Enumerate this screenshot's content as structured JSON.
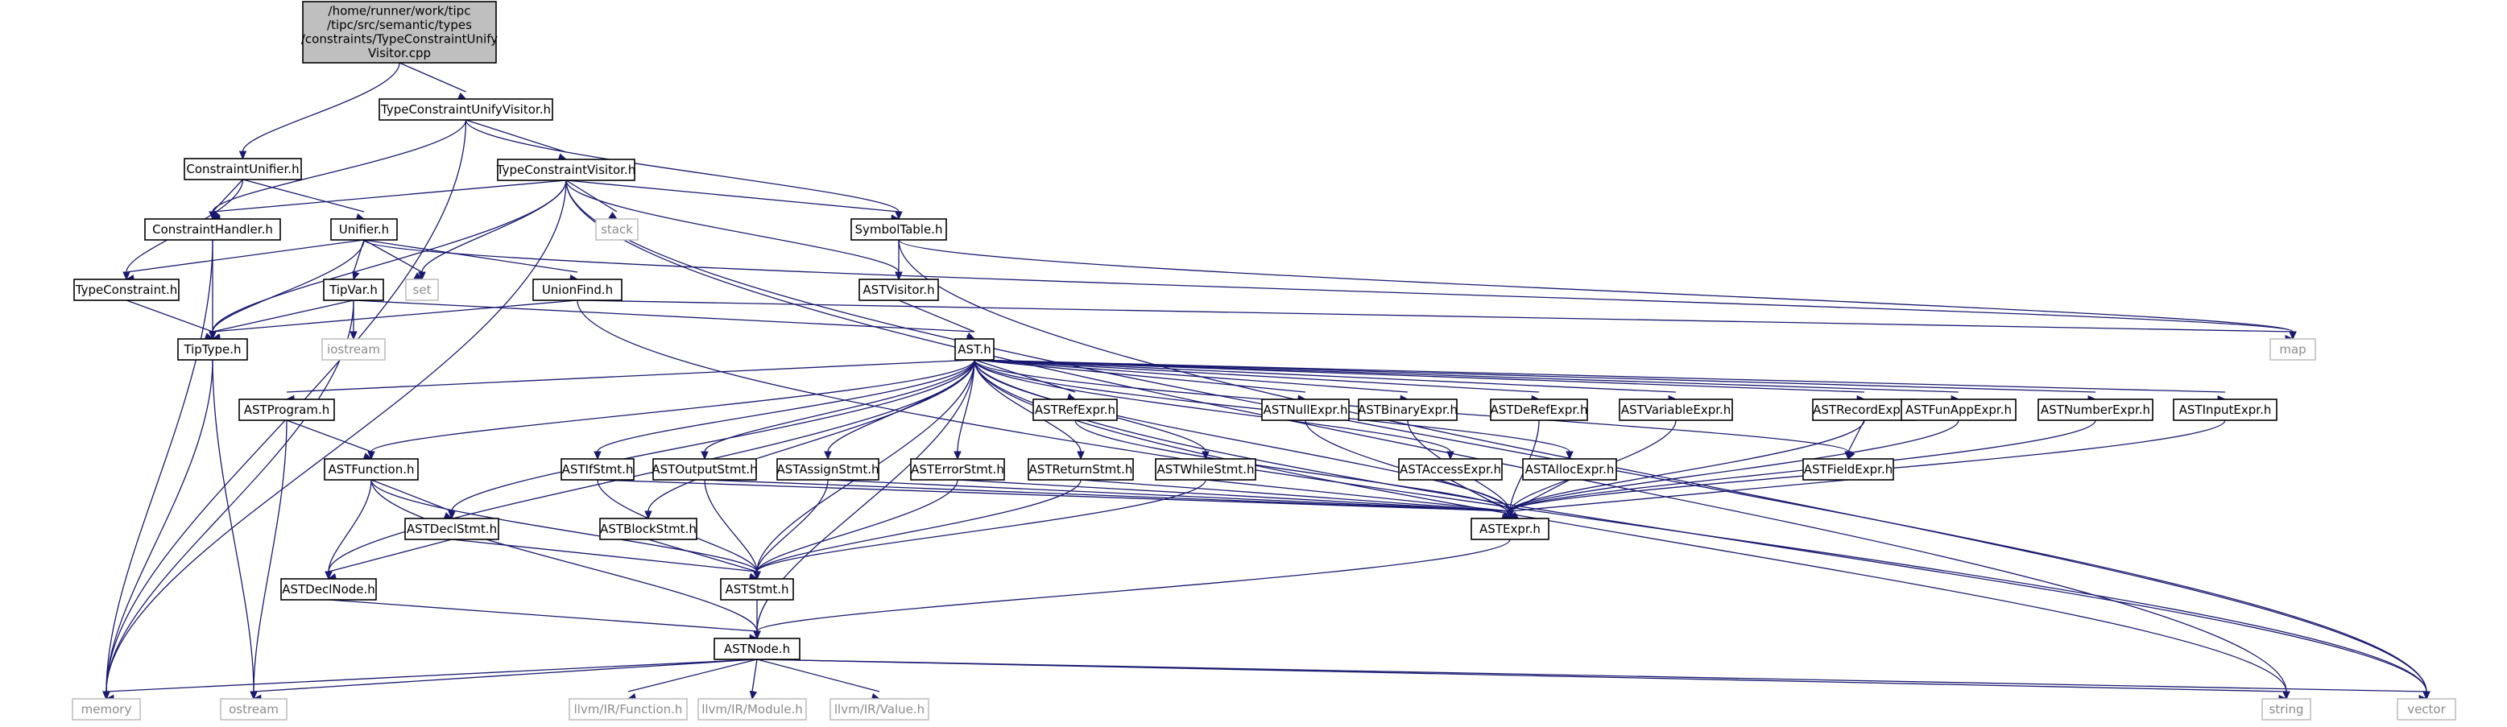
{
  "graph": {
    "colors": {
      "edge": "#191970",
      "node_border": "#000000",
      "node_fill": "#ffffff",
      "root_fill": "#bfbfbf",
      "external_border": "#bfbfbf",
      "external_text": "#8c8c8c",
      "text": "#000000"
    },
    "nodes": [
      {
        "id": "root",
        "kind": "root",
        "lines": [
          "/home/runner/work/tipc",
          "/tipc/src/semantic/types",
          "/constraints/TypeConstraintUnify",
          "Visitor.cpp"
        ]
      },
      {
        "id": "tcuv",
        "kind": "local",
        "lines": [
          "TypeConstraintUnifyVisitor.h"
        ]
      },
      {
        "id": "cu",
        "kind": "local",
        "lines": [
          "ConstraintUnifier.h"
        ]
      },
      {
        "id": "tcv",
        "kind": "local",
        "lines": [
          "TypeConstraintVisitor.h"
        ]
      },
      {
        "id": "ch",
        "kind": "local",
        "lines": [
          "ConstraintHandler.h"
        ]
      },
      {
        "id": "unifier",
        "kind": "local",
        "lines": [
          "Unifier.h"
        ]
      },
      {
        "id": "stack",
        "kind": "external",
        "lines": [
          "stack"
        ]
      },
      {
        "id": "symtab",
        "kind": "local",
        "lines": [
          "SymbolTable.h"
        ]
      },
      {
        "id": "tc",
        "kind": "local",
        "lines": [
          "TypeConstraint.h"
        ]
      },
      {
        "id": "tipvar",
        "kind": "local",
        "lines": [
          "TipVar.h"
        ]
      },
      {
        "id": "set",
        "kind": "external",
        "lines": [
          "set"
        ]
      },
      {
        "id": "uf",
        "kind": "local",
        "lines": [
          "UnionFind.h"
        ]
      },
      {
        "id": "astvisitor",
        "kind": "local",
        "lines": [
          "ASTVisitor.h"
        ]
      },
      {
        "id": "tiptype",
        "kind": "local",
        "lines": [
          "TipType.h"
        ]
      },
      {
        "id": "iostream",
        "kind": "external",
        "lines": [
          "iostream"
        ]
      },
      {
        "id": "ast",
        "kind": "local",
        "lines": [
          "AST.h"
        ]
      },
      {
        "id": "map",
        "kind": "external",
        "lines": [
          "map"
        ]
      },
      {
        "id": "astprogram",
        "kind": "local",
        "lines": [
          "ASTProgram.h"
        ]
      },
      {
        "id": "astref",
        "kind": "local",
        "lines": [
          "ASTRefExpr.h"
        ]
      },
      {
        "id": "astnull",
        "kind": "local",
        "lines": [
          "ASTNullExpr.h"
        ]
      },
      {
        "id": "astbinary",
        "kind": "local",
        "lines": [
          "ASTBinaryExpr.h"
        ]
      },
      {
        "id": "astderef",
        "kind": "local",
        "lines": [
          "ASTDeRefExpr.h"
        ]
      },
      {
        "id": "astvariable",
        "kind": "local",
        "lines": [
          "ASTVariableExpr.h"
        ]
      },
      {
        "id": "astrecord",
        "kind": "local",
        "lines": [
          "ASTRecordExpr.h"
        ]
      },
      {
        "id": "astfunapp",
        "kind": "local",
        "lines": [
          "ASTFunAppExpr.h"
        ]
      },
      {
        "id": "astnumber",
        "kind": "local",
        "lines": [
          "ASTNumberExpr.h"
        ]
      },
      {
        "id": "astinput",
        "kind": "local",
        "lines": [
          "ASTInputExpr.h"
        ]
      },
      {
        "id": "astfunction",
        "kind": "local",
        "lines": [
          "ASTFunction.h"
        ]
      },
      {
        "id": "astif",
        "kind": "local",
        "lines": [
          "ASTIfStmt.h"
        ]
      },
      {
        "id": "astoutput",
        "kind": "local",
        "lines": [
          "ASTOutputStmt.h"
        ]
      },
      {
        "id": "astassign",
        "kind": "local",
        "lines": [
          "ASTAssignStmt.h"
        ]
      },
      {
        "id": "asterror",
        "kind": "local",
        "lines": [
          "ASTErrorStmt.h"
        ]
      },
      {
        "id": "astreturn",
        "kind": "local",
        "lines": [
          "ASTReturnStmt.h"
        ]
      },
      {
        "id": "astwhile",
        "kind": "local",
        "lines": [
          "ASTWhileStmt.h"
        ]
      },
      {
        "id": "astaccess",
        "kind": "local",
        "lines": [
          "ASTAccessExpr.h"
        ]
      },
      {
        "id": "astalloc",
        "kind": "local",
        "lines": [
          "ASTAllocExpr.h"
        ]
      },
      {
        "id": "astfield",
        "kind": "local",
        "lines": [
          "ASTFieldExpr.h"
        ]
      },
      {
        "id": "astdeclstmt",
        "kind": "local",
        "lines": [
          "ASTDeclStmt.h"
        ]
      },
      {
        "id": "astblock",
        "kind": "local",
        "lines": [
          "ASTBlockStmt.h"
        ]
      },
      {
        "id": "astexpr",
        "kind": "local",
        "lines": [
          "ASTExpr.h"
        ]
      },
      {
        "id": "astdeclnode",
        "kind": "local",
        "lines": [
          "ASTDeclNode.h"
        ]
      },
      {
        "id": "aststmt",
        "kind": "local",
        "lines": [
          "ASTStmt.h"
        ]
      },
      {
        "id": "astnode",
        "kind": "local",
        "lines": [
          "ASTNode.h"
        ]
      },
      {
        "id": "memory",
        "kind": "external",
        "lines": [
          "memory"
        ]
      },
      {
        "id": "ostream",
        "kind": "external",
        "lines": [
          "ostream"
        ]
      },
      {
        "id": "llvmfunc",
        "kind": "external",
        "lines": [
          "llvm/IR/Function.h"
        ]
      },
      {
        "id": "llvmmod",
        "kind": "external",
        "lines": [
          "llvm/IR/Module.h"
        ]
      },
      {
        "id": "llvmval",
        "kind": "external",
        "lines": [
          "llvm/IR/Value.h"
        ]
      },
      {
        "id": "string",
        "kind": "external",
        "lines": [
          "string"
        ]
      },
      {
        "id": "vector",
        "kind": "external",
        "lines": [
          "vector"
        ]
      }
    ],
    "edges": [
      [
        "root",
        "tcuv"
      ],
      [
        "root",
        "cu"
      ],
      [
        "tcuv",
        "tcv"
      ],
      [
        "tcuv",
        "ch"
      ],
      [
        "tcuv",
        "symtab"
      ],
      [
        "tcuv",
        "memory"
      ],
      [
        "cu",
        "ch"
      ],
      [
        "cu",
        "unifier"
      ],
      [
        "cu",
        "tc"
      ],
      [
        "tcv",
        "ch"
      ],
      [
        "tcv",
        "tiptype"
      ],
      [
        "tcv",
        "stack"
      ],
      [
        "tcv",
        "symtab"
      ],
      [
        "tcv",
        "set"
      ],
      [
        "tcv",
        "astvisitor"
      ],
      [
        "tcv",
        "memory"
      ],
      [
        "tcv",
        "string"
      ],
      [
        "tcv",
        "vector"
      ],
      [
        "ch",
        "tiptype"
      ],
      [
        "ch",
        "memory"
      ],
      [
        "unifier",
        "tc"
      ],
      [
        "unifier",
        "tipvar"
      ],
      [
        "unifier",
        "tiptype"
      ],
      [
        "unifier",
        "set"
      ],
      [
        "unifier",
        "uf"
      ],
      [
        "unifier",
        "map"
      ],
      [
        "symtab",
        "astvisitor"
      ],
      [
        "symtab",
        "map"
      ],
      [
        "symtab",
        "vector"
      ],
      [
        "tc",
        "tiptype"
      ],
      [
        "tipvar",
        "tiptype"
      ],
      [
        "tipvar",
        "iostream"
      ],
      [
        "tipvar",
        "ast"
      ],
      [
        "tipvar",
        "memory"
      ],
      [
        "uf",
        "tiptype"
      ],
      [
        "uf",
        "map"
      ],
      [
        "uf",
        "vector"
      ],
      [
        "astvisitor",
        "ast"
      ],
      [
        "tiptype",
        "memory"
      ],
      [
        "tiptype",
        "ostream"
      ],
      [
        "ast",
        "astprogram"
      ],
      [
        "ast",
        "astfunction"
      ],
      [
        "ast",
        "astdeclstmt"
      ],
      [
        "ast",
        "astdeclnode"
      ],
      [
        "ast",
        "aststmt"
      ],
      [
        "ast",
        "astblock"
      ],
      [
        "ast",
        "astif"
      ],
      [
        "ast",
        "astoutput"
      ],
      [
        "ast",
        "astassign"
      ],
      [
        "ast",
        "asterror"
      ],
      [
        "ast",
        "astreturn"
      ],
      [
        "ast",
        "astwhile"
      ],
      [
        "ast",
        "astnode"
      ],
      [
        "ast",
        "astexpr"
      ],
      [
        "ast",
        "astref"
      ],
      [
        "ast",
        "astaccess"
      ],
      [
        "ast",
        "astalloc"
      ],
      [
        "ast",
        "astnull"
      ],
      [
        "ast",
        "astbinary"
      ],
      [
        "ast",
        "astderef"
      ],
      [
        "ast",
        "astvariable"
      ],
      [
        "ast",
        "astfield"
      ],
      [
        "ast",
        "astrecord"
      ],
      [
        "ast",
        "astfunapp"
      ],
      [
        "ast",
        "astnumber"
      ],
      [
        "ast",
        "astinput"
      ],
      [
        "ast",
        "string"
      ],
      [
        "ast",
        "vector"
      ],
      [
        "astprogram",
        "astfunction"
      ],
      [
        "astprogram",
        "ostream"
      ],
      [
        "astfunction",
        "astdeclstmt"
      ],
      [
        "astfunction",
        "astdeclnode"
      ],
      [
        "astfunction",
        "aststmt"
      ],
      [
        "astfunction",
        "astnode"
      ],
      [
        "astdeclstmt",
        "astdeclnode"
      ],
      [
        "astdeclstmt",
        "aststmt"
      ],
      [
        "astblock",
        "aststmt"
      ],
      [
        "astif",
        "aststmt"
      ],
      [
        "astif",
        "astexpr"
      ],
      [
        "astoutput",
        "aststmt"
      ],
      [
        "astoutput",
        "astexpr"
      ],
      [
        "astassign",
        "aststmt"
      ],
      [
        "astassign",
        "astexpr"
      ],
      [
        "asterror",
        "aststmt"
      ],
      [
        "asterror",
        "astexpr"
      ],
      [
        "astreturn",
        "aststmt"
      ],
      [
        "astreturn",
        "astexpr"
      ],
      [
        "astwhile",
        "aststmt"
      ],
      [
        "astwhile",
        "astexpr"
      ],
      [
        "astref",
        "astexpr"
      ],
      [
        "astnull",
        "astexpr"
      ],
      [
        "astbinary",
        "astexpr"
      ],
      [
        "astderef",
        "astexpr"
      ],
      [
        "astvariable",
        "astexpr"
      ],
      [
        "astaccess",
        "astexpr"
      ],
      [
        "astalloc",
        "astexpr"
      ],
      [
        "astrecord",
        "astfield"
      ],
      [
        "astrecord",
        "astexpr"
      ],
      [
        "astfield",
        "astexpr"
      ],
      [
        "astfunapp",
        "astexpr"
      ],
      [
        "astnumber",
        "astexpr"
      ],
      [
        "astinput",
        "astexpr"
      ],
      [
        "astdeclnode",
        "astnode"
      ],
      [
        "aststmt",
        "astnode"
      ],
      [
        "astexpr",
        "astnode"
      ],
      [
        "astnode",
        "memory"
      ],
      [
        "astnode",
        "ostream"
      ],
      [
        "astnode",
        "llvmfunc"
      ],
      [
        "astnode",
        "llvmmod"
      ],
      [
        "astnode",
        "llvmval"
      ],
      [
        "astnode",
        "string"
      ],
      [
        "astnode",
        "vector"
      ]
    ]
  }
}
